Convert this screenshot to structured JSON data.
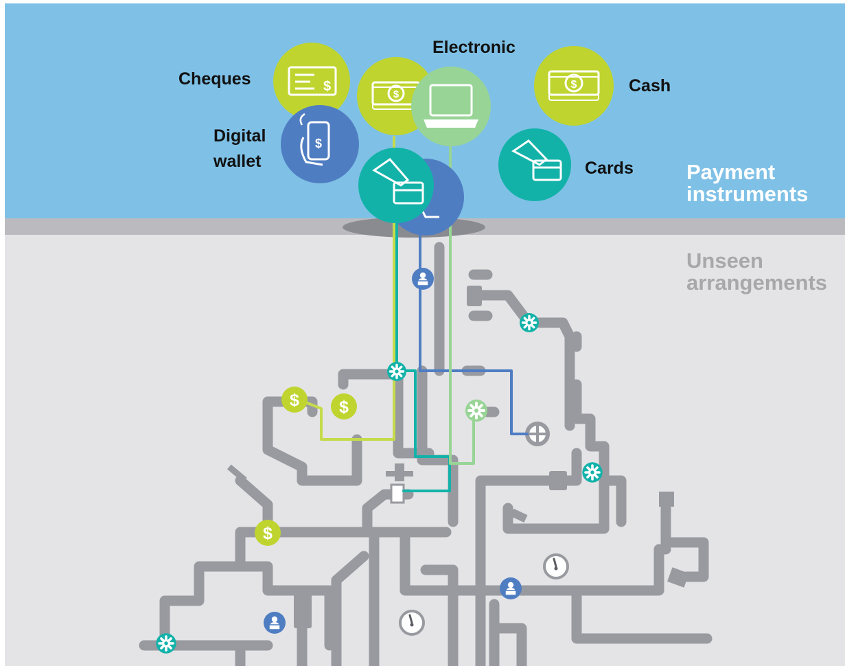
{
  "instruments": {
    "cheques": "Cheques",
    "electronic": "Electronic",
    "cash": "Cash",
    "digital_wallet_line1": "Digital",
    "digital_wallet_line2": "wallet",
    "cards": "Cards"
  },
  "sections": {
    "top_line1": "Payment",
    "top_line2": "instruments",
    "bottom_line1": "Unseen",
    "bottom_line2": "arrangements"
  },
  "colors": {
    "sky": "#7fc1e6",
    "ground": "#e4e4e6",
    "ground_band": "#bbbbbf",
    "pipe": "#989aa0",
    "lime": "#bfd42f",
    "lime_soft": "#c9dc55",
    "light_green": "#98d496",
    "teal": "#13b2a9",
    "blue": "#4f7dc2"
  },
  "icons": {
    "cheque": "cheque-icon",
    "cash": "banknote-icon",
    "laptop": "laptop-icon",
    "phone": "phone-in-hand-icon",
    "card": "card-in-hand-icon",
    "gear": "gear-icon",
    "dollar": "dollar-icon",
    "person": "person-at-laptop-icon",
    "gauge": "pressure-gauge-icon",
    "valve": "valve-wheel-icon"
  }
}
